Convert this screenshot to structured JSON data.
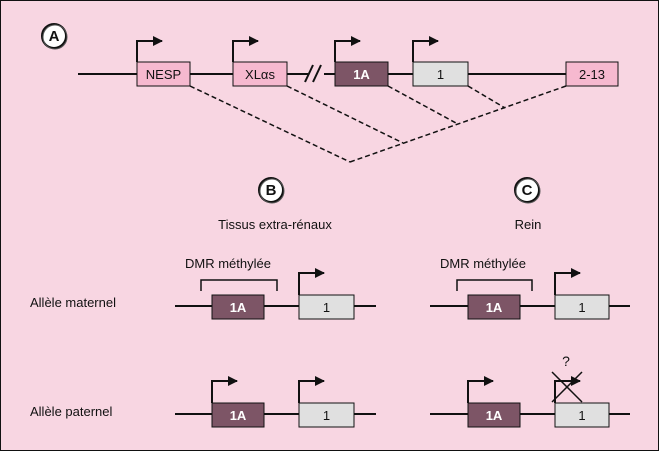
{
  "colors": {
    "background": "#f8d6e2",
    "pink_box": "#f6b9cf",
    "dark_box": "#7d5566",
    "light_box": "#e0e0e0",
    "line": "#111111"
  },
  "panel_a": {
    "badge": "A",
    "exons": {
      "nesp": "NESP",
      "xlas": "XLαs",
      "e1a": "1A",
      "e1": "1",
      "e213": "2-13"
    }
  },
  "panel_b": {
    "badge": "B",
    "title": "Tissus extra-rénaux",
    "dmr_label": "DMR méthylée",
    "exon_1a": "1A",
    "exon_1": "1"
  },
  "panel_c": {
    "badge": "C",
    "title": "Rein",
    "dmr_label": "DMR méthylée",
    "exon_1a": "1A",
    "exon_1": "1",
    "question": "?"
  },
  "rows": {
    "maternal": "Allèle maternel",
    "paternal": "Allèle paternel"
  }
}
